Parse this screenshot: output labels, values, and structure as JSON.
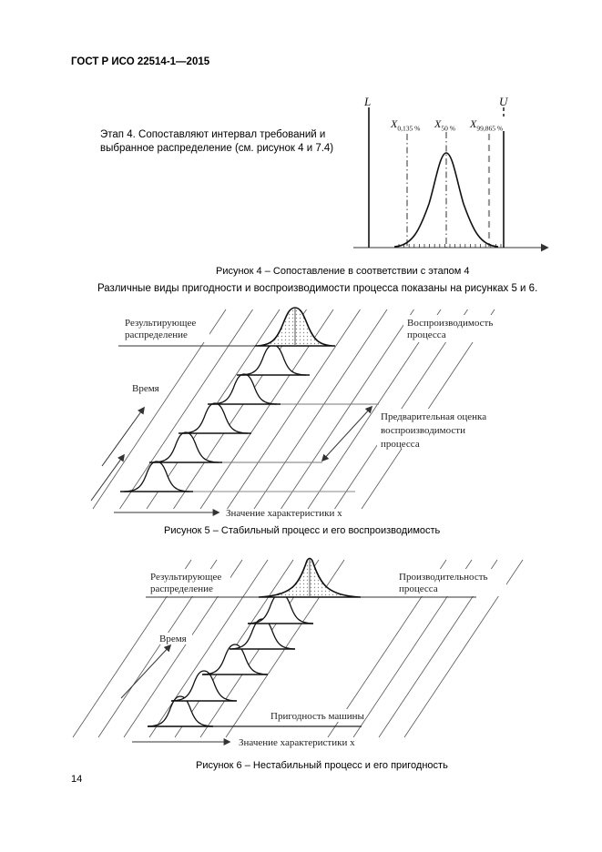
{
  "page": {
    "header": "ГОСТ Р ИСО 22514-1—2015",
    "number": "14"
  },
  "step4": {
    "line1": "Этап 4. Сопоставляют интервал требований и",
    "line2": "выбранное распределение (см. рисунок 4 и 7.4)"
  },
  "para": "Различные виды пригодности и воспроизводимости процесса показаны на рисунках 5 и 6.",
  "fig4": {
    "caption": "Рисунок 4 – Сопоставление в соответствии с этапом 4",
    "L": "L",
    "U": "U",
    "x_sym": "X",
    "q1": "0,135 %",
    "q2": "50 %",
    "q3": "99,865 %"
  },
  "fig5": {
    "caption": "Рисунок 5 – Стабильный процесс и его воспроизводимость",
    "result1": "Результирующее",
    "result2": "распределение",
    "capability1": "Воспроизводимость",
    "capability2": "процесса",
    "time": "Время",
    "prelim1": "Предварительная оценка",
    "prelim2": "воспроизводимости",
    "prelim3": "процесса",
    "xaxis": "Значение характеристики x"
  },
  "fig6": {
    "caption": "Рисунок 6 – Нестабильный процесс и его пригодность",
    "result1": "Результирующее",
    "result2": "распределение",
    "performance1": "Производительность",
    "performance2": "процесса",
    "time": "Время",
    "machine": "Пригодность машины",
    "xaxis": "Значение характеристики x"
  }
}
